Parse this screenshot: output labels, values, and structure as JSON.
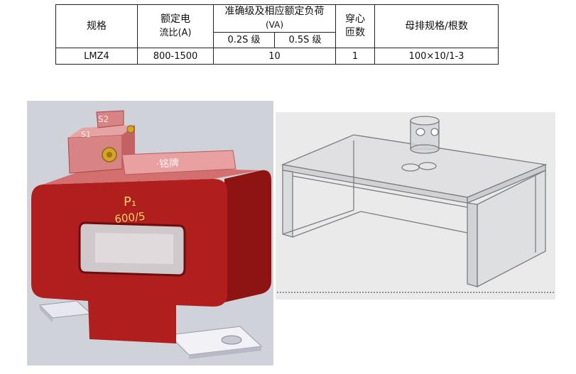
{
  "spec_table": {
    "headers": {
      "model": "规格",
      "rated_ratio_line1": "额定电",
      "rated_ratio_line2": "流比(A)",
      "accuracy_line1": "准确级及相应额定负荷",
      "accuracy_line2": "(VA)",
      "class_02s": "0.2S 级",
      "class_05s": "0.5S 级",
      "turns_line1": "穿心",
      "turns_line2": "匝数",
      "busbar": "母排规格/根数"
    },
    "row": {
      "model": "LMZ4",
      "rated_ratio": "800-1500",
      "accuracy_load": "10",
      "turns": "1",
      "busbar": "100×10/1-3"
    }
  },
  "product_render": {
    "terminal_s2": "S2",
    "terminal_s1": "S1",
    "nameplate": "·铭牌",
    "p_mark": "P₁",
    "ratio_mark": "600/5",
    "body_color": "#b01e1e",
    "top_color": "#d46f6f",
    "background_color": "#d0d2d9"
  },
  "busbar_render": {
    "background_color": "#eaeaea",
    "line_color": "#7a7d84"
  }
}
